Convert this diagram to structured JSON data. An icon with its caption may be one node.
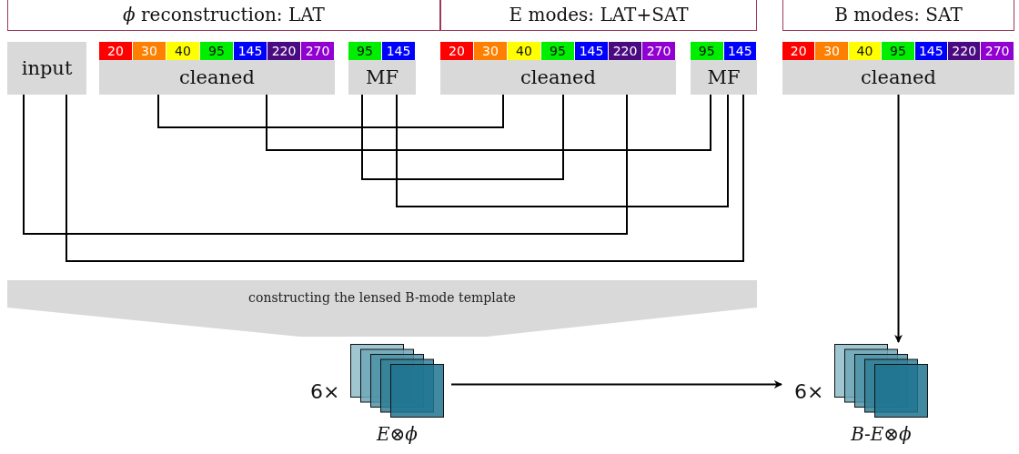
{
  "diagram": {
    "nodes": [
      {
        "text": [
          "*ϕ* reconstruction: LAT"
        ]
      },
      {
        "text": [
          "E modes: LAT+SAT"
        ]
      },
      {
        "text": [
          "B modes: SAT"
        ]
      },
      {
        "text": [
          "input"
        ]
      },
      {
        "text": [
          "cleaned"
        ]
      },
      {
        "text": [
          "MF"
        ]
      },
      {
        "text": [
          "cleaned"
        ]
      },
      {
        "text": [
          "MF"
        ]
      },
      {
        "text": [
          "cleaned"
        ]
      },
      {
        "text": [
          "constructing the lensed B-mode template"
        ]
      },
      {
        "text": [],
        "shape": "picture",
        "beside": [
          "6×",
          "*E*⊗*ϕ*"
        ]
      },
      {
        "text": [],
        "shape": "picture",
        "beside": [
          "6×",
          "*B*-*E*⊗*ϕ*"
        ]
      }
    ],
    "edges": [
      {
        "from": 4,
        "to": 6,
        "arrow": "none"
      },
      {
        "from": 4,
        "to": 7,
        "arrow": "none"
      },
      {
        "from": 5,
        "to": 6,
        "arrow": "none"
      },
      {
        "from": 5,
        "to": 7,
        "arrow": "none"
      },
      {
        "from": 3,
        "to": 6,
        "arrow": "none"
      },
      {
        "from": 3,
        "to": 7,
        "arrow": "none"
      },
      {
        "from": 8,
        "to": 11,
        "arrow": "to"
      },
      {
        "from": 10,
        "to": 11,
        "arrow": "to"
      }
    ],
    "labels": [
      "20",
      "30",
      "40",
      "95",
      "145",
      "220",
      "270",
      "95",
      "145",
      "20",
      "30",
      "40",
      "95",
      "145",
      "220",
      "270",
      "95",
      "145",
      "20",
      "30",
      "40",
      "95",
      "145",
      "220",
      "270"
    ]
  }
}
